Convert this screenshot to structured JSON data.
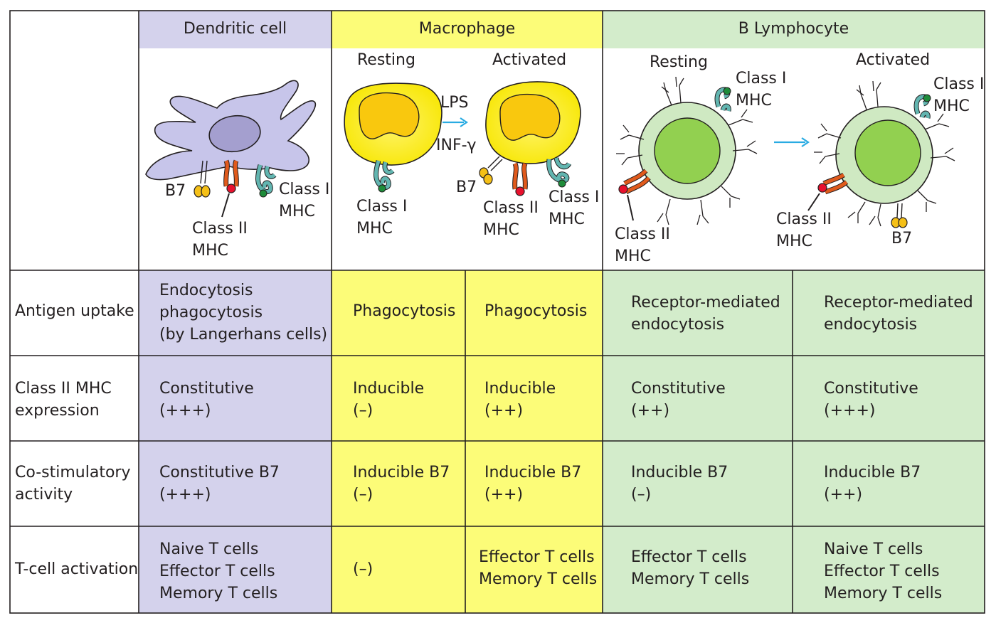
{
  "colors": {
    "dendritic_bg": "#d4d2ec",
    "macrophage_bg": "#fcfc78",
    "blymph_bg": "#d3eccb",
    "line": "#231f20",
    "arrow": "#29abe2"
  },
  "headers": {
    "dendritic": "Dendritic cell",
    "macrophage": "Macrophage",
    "blymph": "B Lymphocyte"
  },
  "diagram": {
    "mac_resting": "Resting",
    "mac_activated": "Activated",
    "lps": "LPS",
    "inf": "INF-γ",
    "b_resting": "Resting",
    "b_activated": "Activated",
    "dc_b7": "B7",
    "dc_class2": "Class II\nMHC",
    "dc_class1": "Class I\nMHC",
    "macr_class1": "Class I\nMHC",
    "maca_b7": "B7",
    "maca_class2": "Class II\nMHC",
    "maca_class1": "Class I\nMHC",
    "br_class1": "Class I\nMHC",
    "br_class2": "Class II\nMHC",
    "ba_class1": "Class I\nMHC",
    "ba_class2": "Class II\nMHC",
    "ba_b7": "B7"
  },
  "rows": [
    {
      "label": "Antigen uptake",
      "cells": [
        "Endocytosis\nphagocytosis\n(by Langerhans cells)",
        "Phagocytosis",
        "Phagocytosis",
        "Receptor-mediated\nendocytosis",
        "Receptor-mediated\nendocytosis"
      ]
    },
    {
      "label": "Class II MHC\nexpression",
      "cells": [
        "Constitutive\n(+++)",
        "Inducible\n(–)",
        "Inducible\n(++)",
        "Constitutive\n(++)",
        "Constitutive\n(+++)"
      ]
    },
    {
      "label": "Co-stimulatory\nactivity",
      "cells": [
        "Constitutive B7\n(+++)",
        "Inducible B7\n(–)",
        "Inducible B7\n(++)",
        "Inducible B7\n(–)",
        "Inducible B7\n(++)"
      ]
    },
    {
      "label": "T-cell activation",
      "cells": [
        "Naive T cells\nEffector T cells\nMemory T cells",
        "(–)",
        "Effector T cells\nMemory T cells",
        "Effector T cells\nMemory T cells",
        "Naive T cells\nEffector T cells\nMemory T cells"
      ]
    }
  ]
}
